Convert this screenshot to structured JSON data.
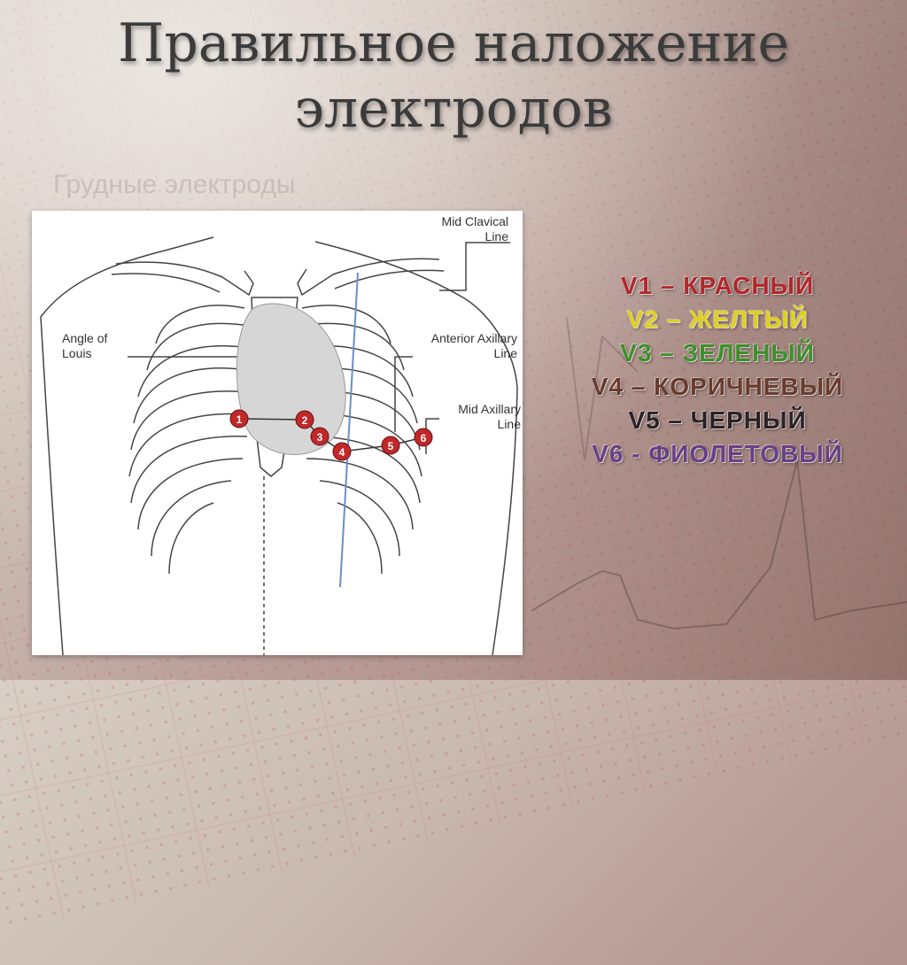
{
  "slide": {
    "title_line1": "Правильное наложение",
    "title_line2": "электродов",
    "faded_subtitle": "Грудные электроды"
  },
  "diagram": {
    "labels": {
      "mid_clavical": [
        "Mid Clavical",
        "Line"
      ],
      "angle_of_louis": [
        "Angle of",
        "Louis"
      ],
      "anterior_axillary": [
        "Anterior Axillary",
        "Line"
      ],
      "mid_axillary": [
        "Mid Axillary",
        "Line"
      ]
    },
    "electrodes": [
      "1",
      "2",
      "3",
      "4",
      "5",
      "6"
    ],
    "electrode_color": "#c0282a"
  },
  "legend": [
    {
      "text": "V1 – КРАСНЫЙ",
      "color": "#b3262b"
    },
    {
      "text": "V2 – ЖЕЛТЫЙ",
      "color": "#e0d21a"
    },
    {
      "text": "V3 – ЗЕЛЕНЫЙ",
      "color": "#3f8f2a"
    },
    {
      "text": "V4 – КОРИЧНЕВЫЙ",
      "color": "#6a3b2c"
    },
    {
      "text": "V5 – ЧЕРНЫЙ",
      "color": "#2a2226"
    },
    {
      "text": "V6 - ФИОЛЕТОВЫЙ",
      "color": "#6a3f86"
    }
  ]
}
